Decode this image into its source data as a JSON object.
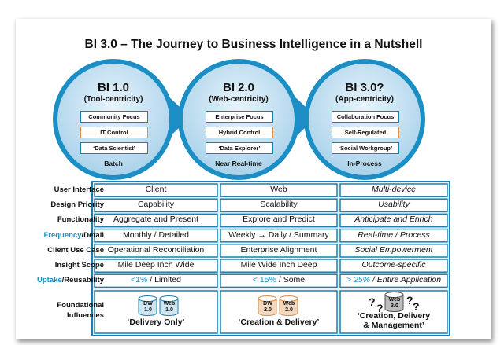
{
  "title": "BI 3.0 – The Journey to Business Intelligence in a Nutshell",
  "phases": [
    {
      "title": "BI 1.0",
      "subtitle": "(Tool-centricity)",
      "pills": [
        "Community Focus",
        "IT Control",
        "‘Data Scientist’"
      ],
      "footer": "Batch"
    },
    {
      "title": "BI 2.0",
      "subtitle": "(Web-centricity)",
      "pills": [
        "Enterprise Focus",
        "Hybrid Control",
        "‘Data Explorer’"
      ],
      "footer": "Near Real-time"
    },
    {
      "title": "BI 3.0?",
      "subtitle": "(App-centricity)",
      "pills": [
        "Collaboration Focus",
        "Self-Regulated",
        "‘Social Workgroup’"
      ],
      "footer": "In-Process"
    }
  ],
  "rows": [
    {
      "label": "User Interface",
      "cells": [
        "Client",
        "Web",
        "Multi-device"
      ]
    },
    {
      "label": "Design Priority",
      "cells": [
        "Capability",
        "Scalability",
        "Usability"
      ]
    },
    {
      "label": "Functionality",
      "cells": [
        "Aggregate and Present",
        "Explore and Predict",
        "Anticipate and Enrich"
      ]
    },
    {
      "label_parts": [
        "Frequency",
        "/Detail"
      ],
      "cells": [
        "Monthly / Detailed",
        "Weekly → Daily / Summary",
        "Real-time / Process"
      ]
    },
    {
      "label": "Client Use Case",
      "cells": [
        "Operational Reconciliation",
        "Enterprise Alignment",
        "Social Empowerment"
      ]
    },
    {
      "label": "Insight Scope",
      "cells": [
        "Mile Deep Inch Wide",
        "Mile Wide Inch Deep",
        "Outcome-specific"
      ]
    },
    {
      "label_parts": [
        "Uptake",
        "/Reusability"
      ],
      "cells_parts": [
        [
          "<1%",
          " / Limited"
        ],
        [
          "< 15%",
          " / Some"
        ],
        [
          "> 25%",
          " / Entire Application"
        ]
      ]
    }
  ],
  "foundational": {
    "label_line1": "Foundational",
    "label_line2": "Influences",
    "cols": [
      {
        "cylinders": [
          [
            "DW",
            "1.0"
          ],
          [
            "Web",
            "1.0"
          ]
        ],
        "caption": "‘Delivery Only’"
      },
      {
        "cylinders": [
          [
            "DW",
            "2.0"
          ],
          [
            "Web",
            "2.0"
          ]
        ],
        "caption": "‘Creation & Delivery’"
      },
      {
        "cylinders": [
          [
            "Web",
            "3.0"
          ]
        ],
        "caption_line1": "‘Creation, Delivery",
        "caption_line2": "& Management’",
        "marks": "?"
      }
    ]
  },
  "colors": {
    "blue": "#1b8fc5",
    "light_blue": "#cfe6f3",
    "orange": "#d98b4a",
    "grid_border": "#1d7fb0"
  }
}
